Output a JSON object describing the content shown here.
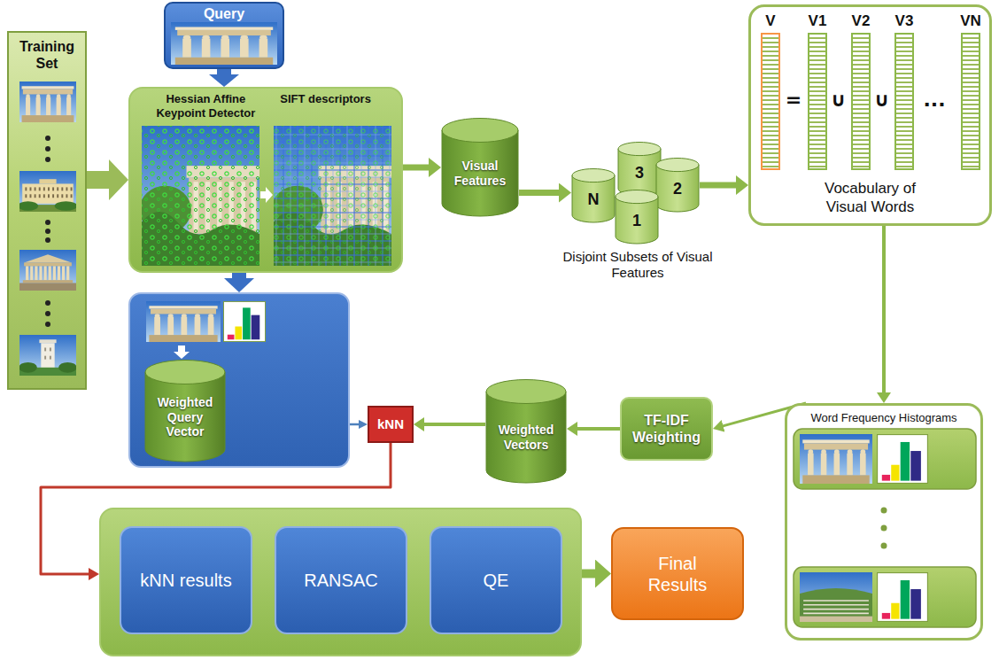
{
  "diagram": {
    "nodes": [
      {
        "text": [
          "Training Set"
        ]
      },
      {
        "text": [
          "Query"
        ]
      },
      {
        "text": [
          "Hessian Affine Keypoint Detector",
          "SIFT descriptors"
        ]
      },
      {
        "text": [
          "Visual Features"
        ]
      },
      {
        "text": [
          "N"
        ]
      },
      {
        "text": [
          "3"
        ]
      },
      {
        "text": [
          "2"
        ]
      },
      {
        "text": [
          "1"
        ]
      },
      {
        "text": [
          "Vocabulary of Visual Words"
        ]
      },
      {
        "text": [
          "V"
        ],
        "in": 8
      },
      {
        "text": [
          "V1"
        ],
        "in": 8
      },
      {
        "text": [
          "V2"
        ],
        "in": 8
      },
      {
        "text": [
          "V3"
        ],
        "in": 8
      },
      {
        "text": [
          "VN"
        ],
        "in": 8
      },
      {
        "text": []
      },
      {
        "text": [
          "Weighted Query Vector"
        ],
        "in": 14
      },
      {
        "text": [
          "kNN"
        ]
      },
      {
        "text": [
          "Weighted Vectors"
        ]
      },
      {
        "text": [
          "TF-IDF Weighting"
        ]
      },
      {
        "text": [
          "Word Frequency Histograms"
        ]
      },
      {
        "text": []
      },
      {
        "text": [
          "kNN results"
        ],
        "in": 20
      },
      {
        "text": [
          "RANSAC"
        ],
        "in": 20
      },
      {
        "text": [
          "QE"
        ],
        "in": 20
      },
      {
        "text": [
          "Final Results"
        ]
      }
    ],
    "edges": [
      {
        "from": 0,
        "to": 2,
        "arrow": "to"
      },
      {
        "from": 1,
        "to": 2,
        "arrow": "to"
      },
      {
        "from": 2,
        "to": 3,
        "arrow": "to"
      },
      {
        "from": 3,
        "to": 4,
        "arrow": "to"
      },
      {
        "from": 6,
        "to": 8,
        "arrow": "to"
      },
      {
        "from": 8,
        "to": 19,
        "arrow": "to"
      },
      {
        "from": 19,
        "to": 18,
        "arrow": "to"
      },
      {
        "from": 18,
        "to": 17,
        "arrow": "to"
      },
      {
        "from": 17,
        "to": 16,
        "arrow": "to"
      },
      {
        "from": 2,
        "to": 14,
        "arrow": "to"
      },
      {
        "from": 14,
        "to": 16,
        "arrow": "to"
      },
      {
        "from": 16,
        "to": 20,
        "arrow": "to"
      },
      {
        "from": 21,
        "to": 22,
        "arrow": "to"
      },
      {
        "from": 22,
        "to": 23,
        "arrow": "to"
      },
      {
        "from": 20,
        "to": 24,
        "arrow": "to"
      }
    ],
    "labels": [
      "Disjoint Subsets of Visual Features",
      "=",
      "∪",
      "∪",
      "..."
    ]
  }
}
